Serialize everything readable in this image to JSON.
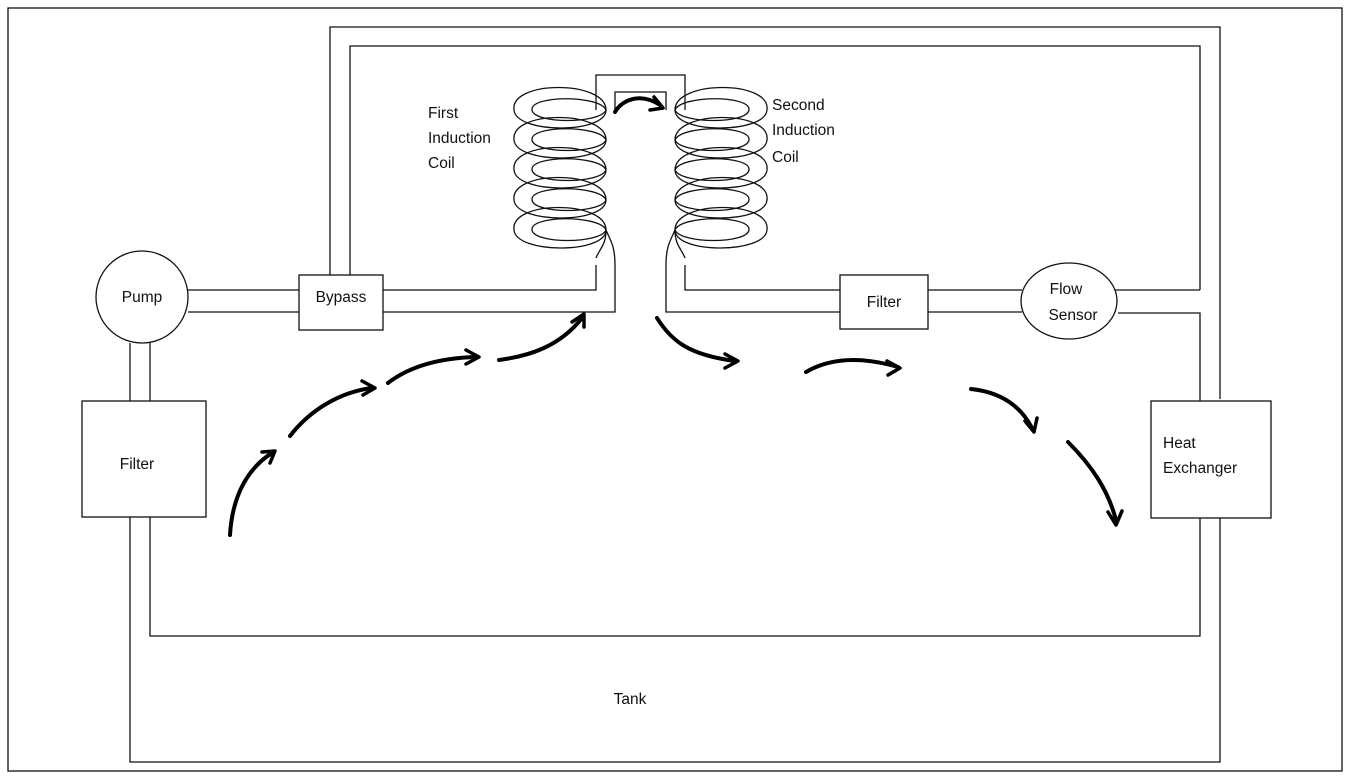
{
  "labels": {
    "first_coil": [
      "First",
      "Induction",
      "Coil"
    ],
    "second_coil": [
      "Second",
      "Induction",
      "Coil"
    ],
    "pump": "Pump",
    "bypass": "Bypass",
    "filter_top": "Filter",
    "flow_sensor": [
      "Flow",
      "Sensor"
    ],
    "filter_left": "Filter",
    "heat_exchanger": [
      "Heat",
      "Exchanger"
    ],
    "tank": "Tank"
  },
  "colors": {
    "line": "#111111",
    "arrow": "#000000",
    "background": "#ffffff"
  }
}
